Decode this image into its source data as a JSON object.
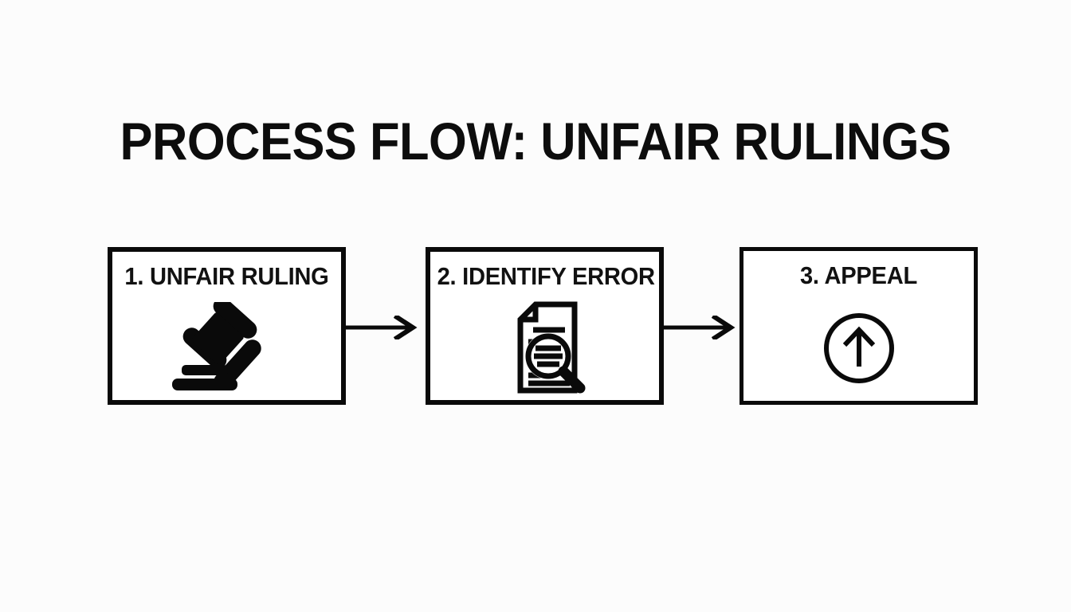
{
  "slide": {
    "background_color": "#fcfcfc",
    "ink_color": "#0a0a0a",
    "title": "PROCESS FLOW: UNFAIR RULINGS"
  },
  "flow": {
    "steps": [
      {
        "number": "1.",
        "label": "1. UNFAIR RULING",
        "icon": "gavel-icon"
      },
      {
        "number": "2.",
        "label": "2. IDENTIFY ERROR",
        "icon": "document-magnifier-icon"
      },
      {
        "number": "3.",
        "label": "3. APPEAL",
        "icon": "circle-arrow-up-icon"
      }
    ],
    "connectors": [
      {
        "name": "arrow-step1-to-step2",
        "glyph": "arrow-right-icon"
      },
      {
        "name": "arrow-step2-to-step3",
        "glyph": "arrow-right-icon"
      }
    ]
  }
}
